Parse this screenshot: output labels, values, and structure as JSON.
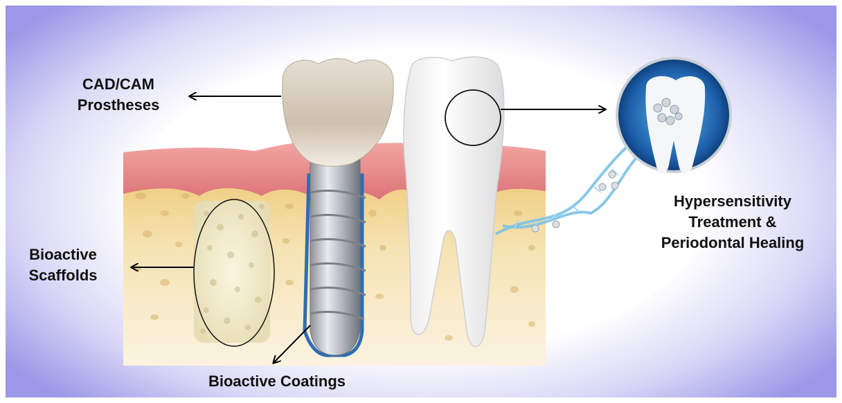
{
  "labels": {
    "cadcam": [
      "CAD/CAM",
      "Prostheses"
    ],
    "scaffolds": [
      "Bioactive",
      "Scaffolds"
    ],
    "coatings": "Bioactive Coatings",
    "hypersensitivity": [
      "Hypersensitivity",
      "Treatment &",
      "Periodontal Healing"
    ]
  },
  "colors": {
    "frame_edge": "#9c97e8",
    "gum": "#e8868a",
    "bone": "#f1d38a",
    "enamel": "#f4f4f4",
    "implant": "#b9bcc2",
    "coating": "#2f6db3",
    "disc": "#1f6fb8"
  }
}
